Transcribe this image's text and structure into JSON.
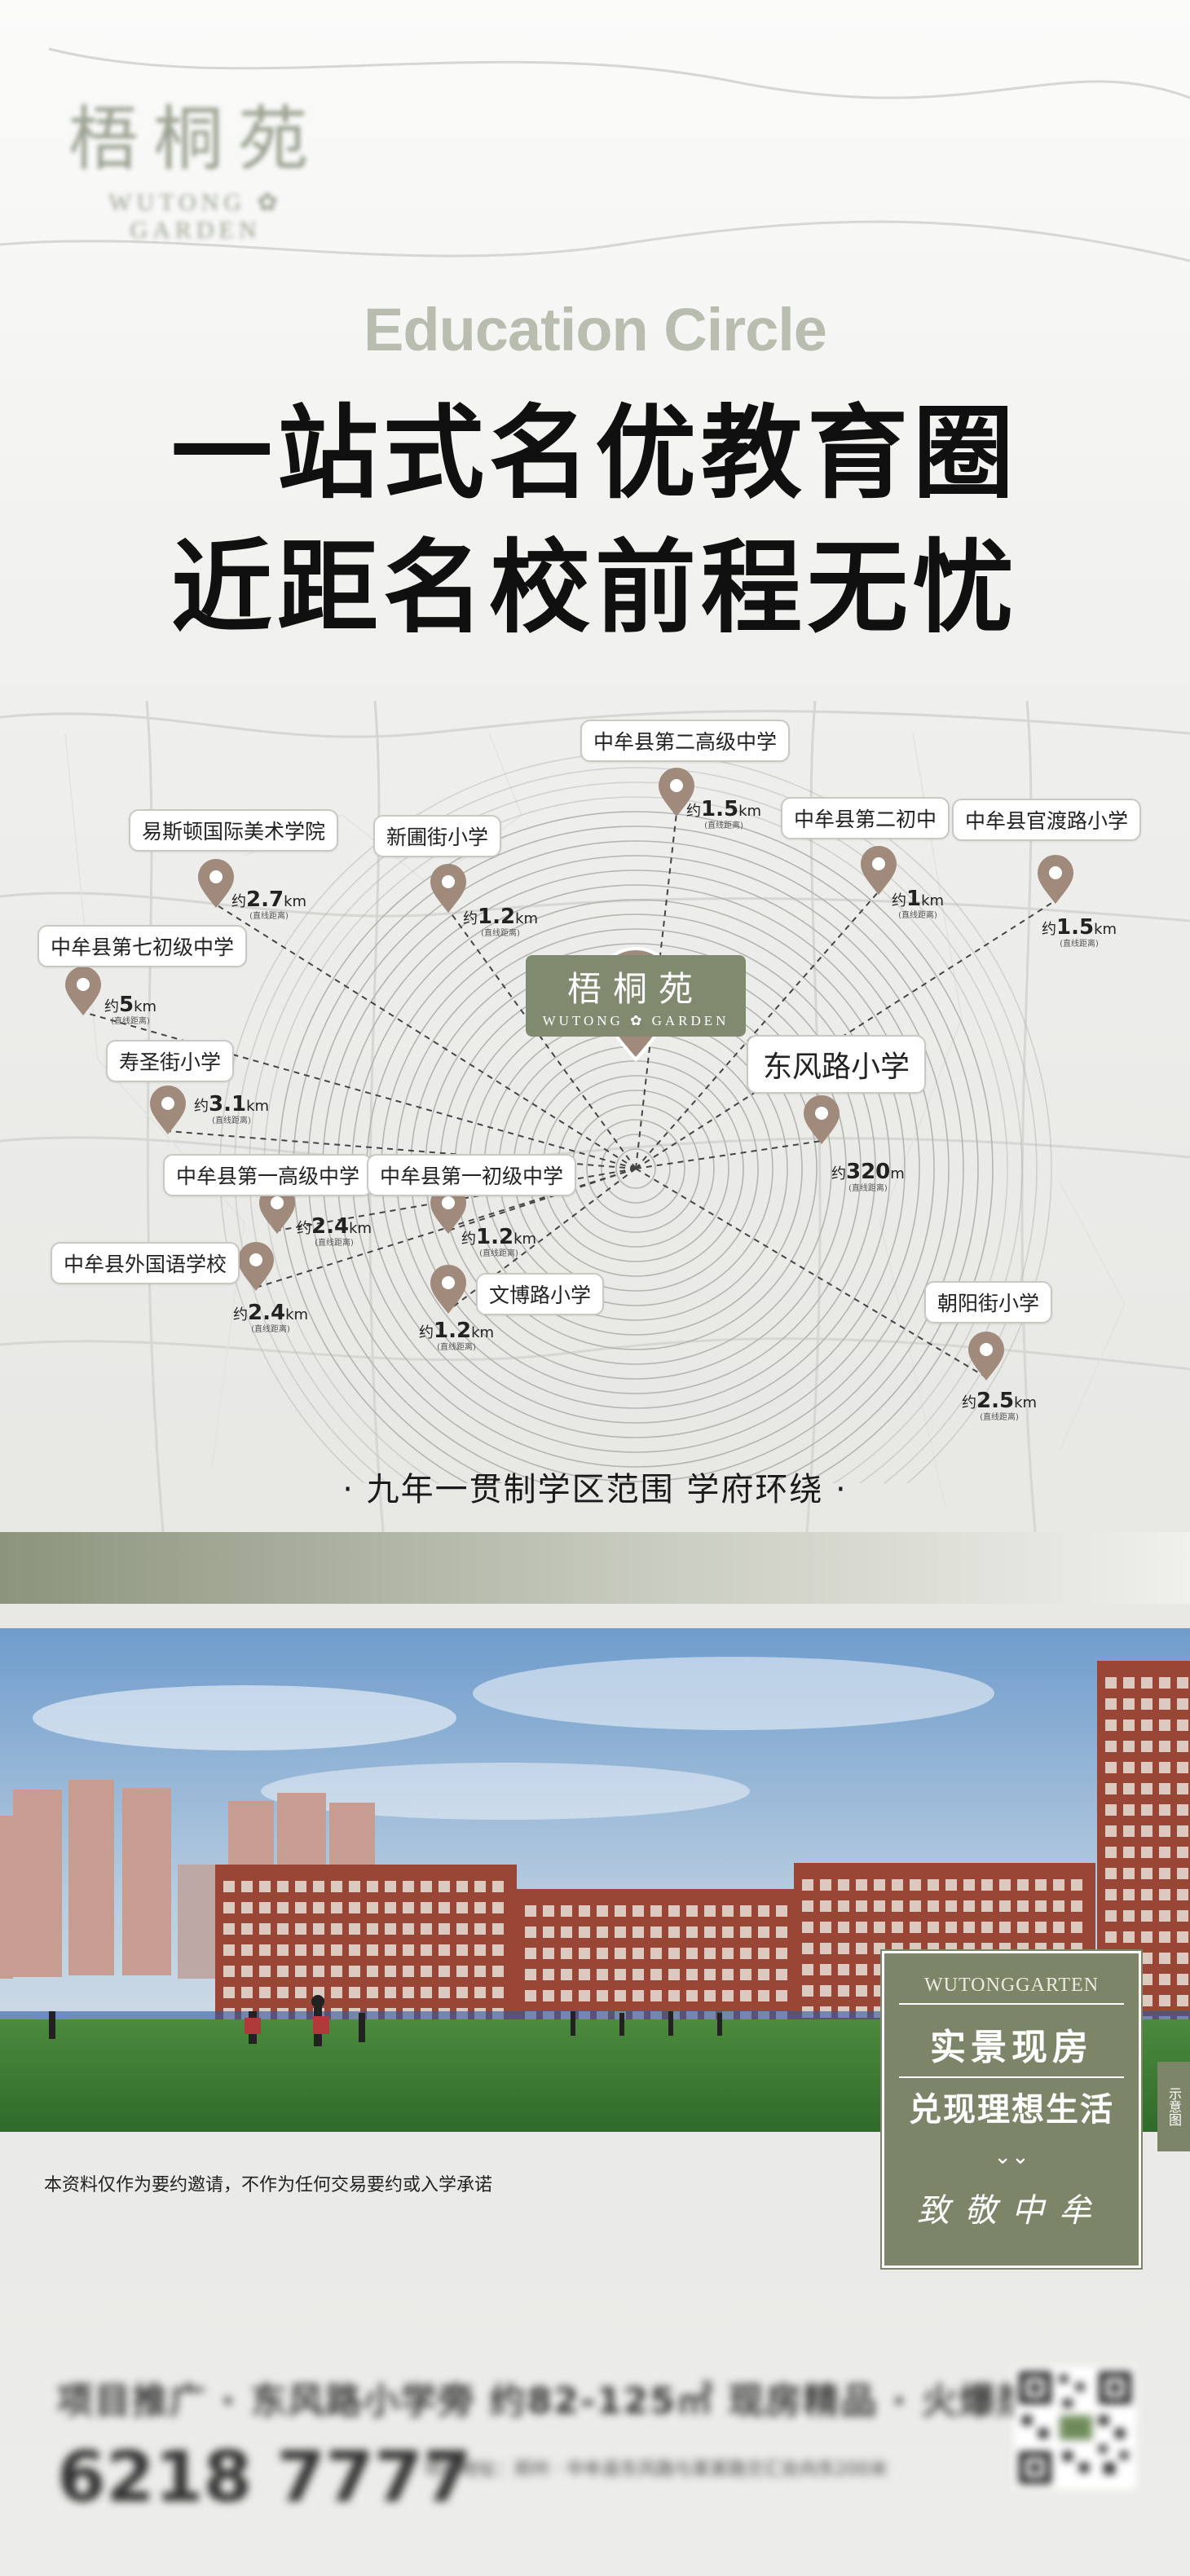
{
  "brand": {
    "cn": "梧桐苑",
    "en": "WUTONG ✿ GARDEN"
  },
  "headline": {
    "en": "Education Circle",
    "line1": "一站式名优教育圈",
    "line2": "近距名校前程无忧"
  },
  "map": {
    "center": {
      "cn": "梧桐苑",
      "en": "WUTONG ✿ GARDEN"
    },
    "schools": [
      {
        "name": "中牟县第二高级中学",
        "pre": "约",
        "value": "1.5",
        "unit": "km",
        "note": "(直线距离)"
      },
      {
        "name": "易斯顿国际美术学院",
        "pre": "约",
        "value": "2.7",
        "unit": "km",
        "note": "(直线距离)"
      },
      {
        "name": "新圃街小学",
        "pre": "约",
        "value": "1.2",
        "unit": "km",
        "note": "(直线距离)"
      },
      {
        "name": "中牟县第二初中",
        "pre": "约",
        "value": "1",
        "unit": "km",
        "note": "(直线距离)"
      },
      {
        "name": "中牟县官渡路小学",
        "pre": "约",
        "value": "1.5",
        "unit": "km",
        "note": "(直线距离)"
      },
      {
        "name": "中牟县第七初级中学",
        "pre": "约",
        "value": "5",
        "unit": "km",
        "note": "(直线距离)"
      },
      {
        "name": "东风路小学",
        "pre": "约",
        "value": "320",
        "unit": "m",
        "note": "(直线距离)"
      },
      {
        "name": "寿圣街小学",
        "pre": "约",
        "value": "3.1",
        "unit": "km",
        "note": "(直线距离)"
      },
      {
        "name": "中牟县第一高级中学",
        "pre": "约",
        "value": "2.4",
        "unit": "km",
        "note": "(直线距离)"
      },
      {
        "name": "中牟县第一初级中学",
        "pre": "约",
        "value": "1.2",
        "unit": "km",
        "note": "(直线距离)"
      },
      {
        "name": "中牟县外国语学校",
        "pre": "约",
        "value": "2.4",
        "unit": "km",
        "note": "(直线距离)"
      },
      {
        "name": "文博路小学",
        "pre": "约",
        "value": "1.2",
        "unit": "km",
        "note": "(直线距离)"
      },
      {
        "name": "朝阳街小学",
        "pre": "约",
        "value": "2.5",
        "unit": "km",
        "note": "(直线距离)"
      }
    ],
    "pin_color": "#a08a7c",
    "accent_color": "#7f8a6e"
  },
  "tagline": "· 九年一贯制学区范围  学府环绕 ·",
  "disclaimer": "本资料仅作为要约邀请，不作为任何交易要约或入学承诺",
  "card": {
    "en": "WUTONGGARTEN",
    "line1": "实景现房",
    "line2": "兑现理想生活",
    "chevron": "⌄⌄",
    "line3": "致敬中牟"
  },
  "side_tag": "示意图",
  "footer": {
    "ad": "项目推广 · 东风路小学旁 约82-125㎡ 现房精品 · 火爆热销中",
    "phone": "6218 7777",
    "address": "项目地址：郑州 · 中牟县东风路与某某路交汇处向东200米"
  }
}
